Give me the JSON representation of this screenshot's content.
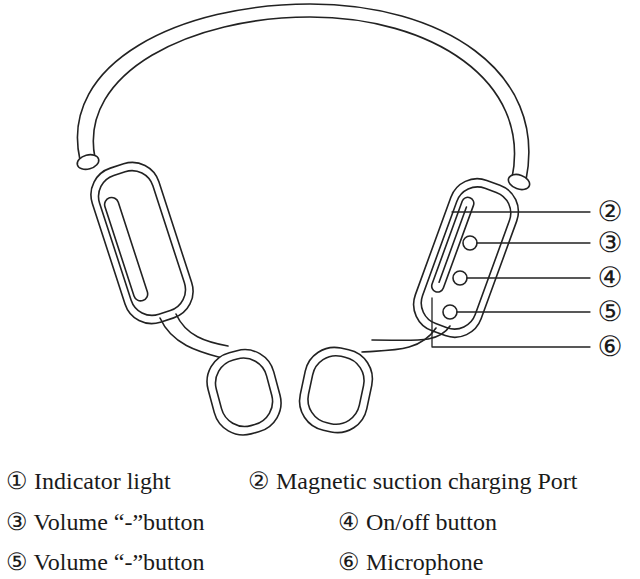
{
  "diagram": {
    "labels": [
      "②",
      "③",
      "④",
      "⑤",
      "⑥",
      "① Indicator light",
      "② Magnetic suction charging Port",
      "③ Volume “-”button",
      "④ On/off button",
      "⑤ Volume “-”button",
      "⑥ Microphone"
    ]
  }
}
